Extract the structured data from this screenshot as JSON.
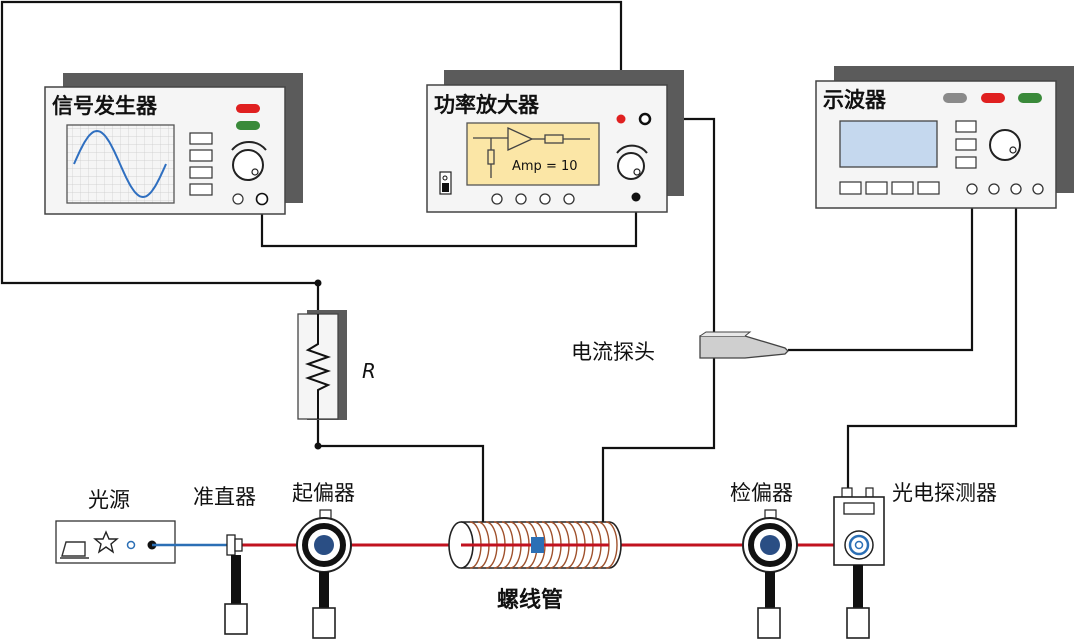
{
  "instruments": {
    "signal_generator": {
      "title": "信号发生器"
    },
    "power_amplifier": {
      "title": "功率放大器",
      "gain_label": "Amp = 10"
    },
    "oscilloscope": {
      "title": "示波器"
    }
  },
  "resistor": {
    "label": "R"
  },
  "current_probe": {
    "label": "电流探头"
  },
  "optics": {
    "light_source": "光源",
    "collimator": "准直器",
    "polarizer": "起偏器",
    "solenoid": "螺线管",
    "analyzer": "检偏器",
    "photodetector": "光电探测器"
  },
  "colors": {
    "beam": "#c1121f",
    "fiber": "#2b6fb5",
    "panel_yellow": "#fbe6a6",
    "screen_blue": "#c5d8ee",
    "led_red": "#e02020",
    "led_green": "#3a8a3a",
    "coil": "#a0522d"
  }
}
